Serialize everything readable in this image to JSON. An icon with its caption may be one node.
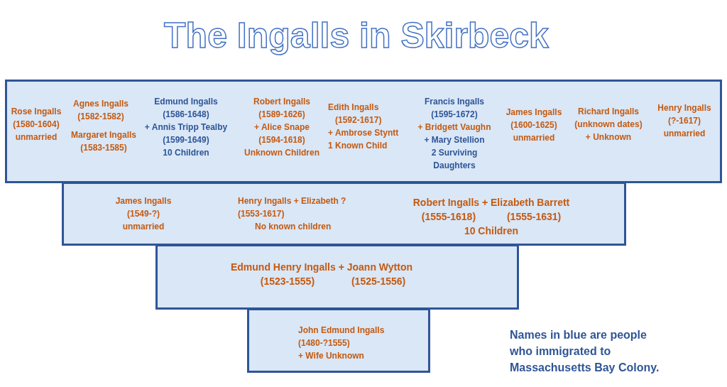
{
  "diagram": {
    "title": "The Ingalls in Skirbeck",
    "nodes": [
      {
        "text": [
          "Rose Ingalls (1580-1604) unmarried",
          "Agnes Ingalls (1582-1582)",
          "Margaret Ingalls (1583-1585)",
          "Edmund Ingalls (1586-1648) + Annis Tripp Tealby (1599-1649) 10 Children",
          "Robert Ingalls (1589-1626) + Alice Snape (1594-1618) Unknown Children",
          "Edith Ingalls (1592-1617) + Ambrose Styntt 1 Known Child",
          "Francis Ingalls (1595-1672) + Bridgett Vaughn + Mary Stellion 2 Surviving Daughters",
          "James Ingalls (1600-1625) unmarried",
          "Richard Ingalls (unknown dates) + Unknown",
          "Henry Ingalls (?-1617) unmarried"
        ]
      },
      {
        "text": [
          "James Ingalls (1549-?) unmarried",
          "Henry Ingalls + Elizabeth ? (1553-1617) No known children",
          "Robert Ingalls + Elizabeth Barrett (1555-1618) (1555-1631) 10 Children"
        ]
      },
      {
        "text": [
          "Edmund Henry Ingalls + Joann Wytton (1523-1555) (1525-1556)"
        ]
      },
      {
        "text": [
          "John Edmund Ingalls (1480-?1555) + Wife Unknown"
        ]
      }
    ],
    "labels": [
      "Names in blue are people who immigrated to Massachusetts Bay Colony."
    ]
  }
}
